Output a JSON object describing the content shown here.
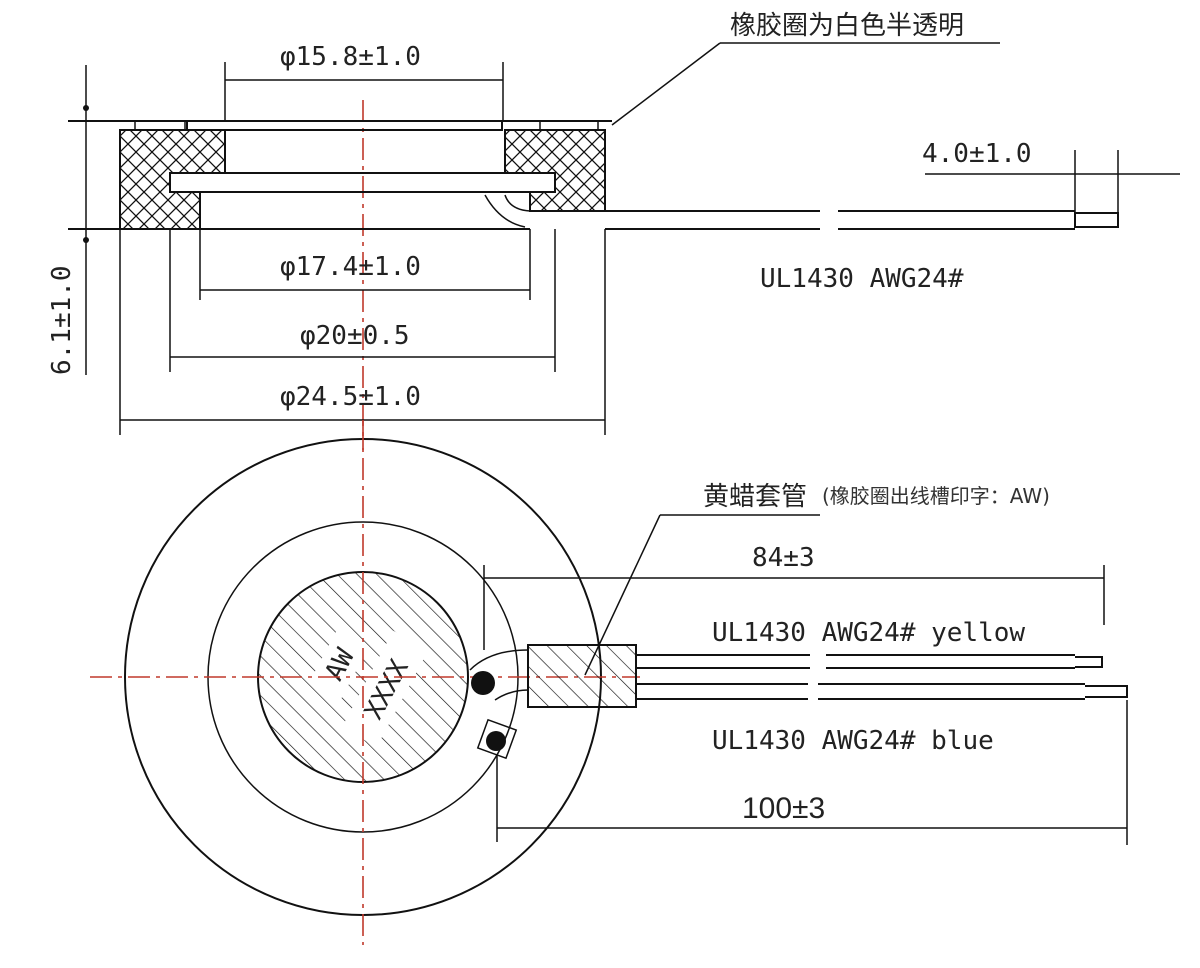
{
  "side_view": {
    "note": "橡胶圈为白色半透明",
    "dim_top": "φ15.8±1.0",
    "dim_wire_end": "4.0±1.0",
    "dim_inner": "φ17.4±1.0",
    "dim_disc": "φ20±0.5",
    "dim_outer": "φ24.5±1.0",
    "dim_height": "6.1±1.0",
    "wire_label": "UL1430  AWG24#"
  },
  "top_view": {
    "sleeve_note": "黄蜡套管",
    "sleeve_note_detail": "(橡胶圈出线槽印字：AW)",
    "dim_short_wire": "84±3",
    "dim_long_wire": "100±3",
    "wire_yellow": "UL1430  AWG24# yellow",
    "wire_blue": "UL1430  AWG24#  blue",
    "marking_1": "AW",
    "marking_2": "XXXX"
  }
}
